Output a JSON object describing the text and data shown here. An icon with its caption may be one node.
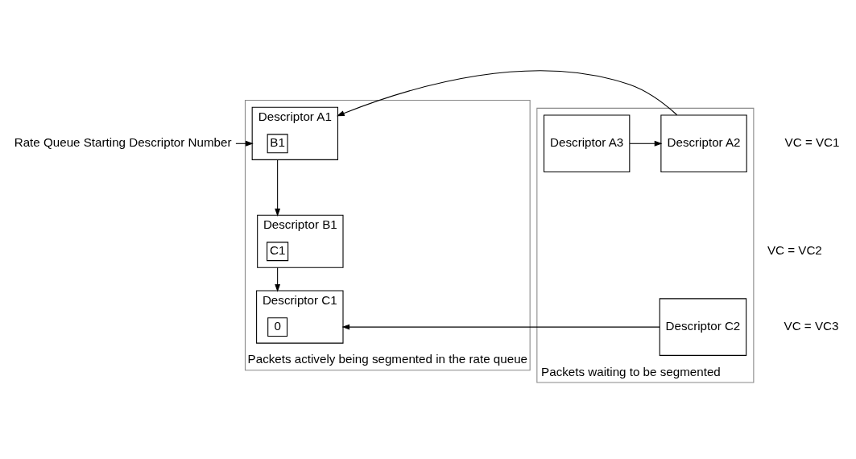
{
  "diagram": {
    "nodes": [
      {
        "text": [
          "Rate Queue Starting Descriptor Number"
        ]
      },
      {
        "text": [
          "Packets actively being segmented in the rate queue"
        ]
      },
      {
        "text": [
          "Descriptor A1"
        ],
        "in": 1
      },
      {
        "text": [
          "B1"
        ],
        "in": 2
      },
      {
        "text": [
          "Descriptor B1"
        ],
        "in": 1
      },
      {
        "text": [
          "C1"
        ],
        "in": 4
      },
      {
        "text": [
          "Descriptor C1"
        ],
        "in": 1
      },
      {
        "text": [
          "0"
        ],
        "in": 6
      },
      {
        "text": [
          "Packets waiting to be segmented"
        ]
      },
      {
        "text": [
          "Descriptor A2"
        ],
        "in": 8
      },
      {
        "text": [
          "Descriptor A3"
        ],
        "in": 8
      },
      {
        "text": [
          "Descriptor C2"
        ],
        "in": 8
      }
    ],
    "edges": [
      {
        "from": 0,
        "to": 2,
        "arrow": "to"
      },
      {
        "from": 9,
        "to": 2,
        "arrow": "to"
      },
      {
        "from": 10,
        "to": 9,
        "arrow": "to"
      },
      {
        "from": 2,
        "to": 4,
        "arrow": "to"
      },
      {
        "from": 4,
        "to": 6,
        "arrow": "to"
      },
      {
        "from": 11,
        "to": 6,
        "arrow": "to"
      }
    ],
    "labels": [
      "VC = VC1",
      "VC = VC2",
      "VC = VC3"
    ]
  }
}
